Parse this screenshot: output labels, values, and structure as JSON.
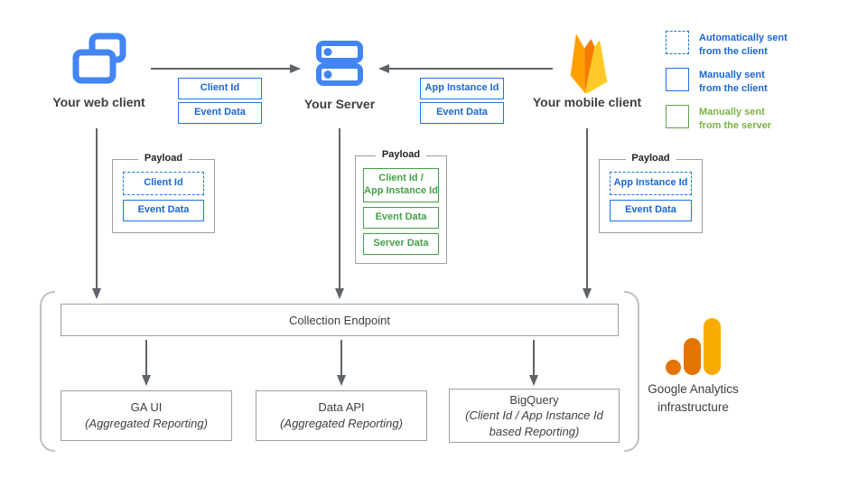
{
  "colors": {
    "blue_border": "#1A73E8",
    "blue_text": "#1967D2",
    "icon_blue": "#4285F4",
    "green": "#43A047",
    "legend_green_text": "#7CB342",
    "arrow_gray": "#5F6368",
    "box_border_gray": "#9AA0A6",
    "bracket_gray": "#BDC1C6",
    "ga_dark_orange": "#E37400",
    "ga_yellow": "#F9AB00",
    "firebase_amber": "#FFA000",
    "firebase_orange": "#F57C00",
    "firebase_yellow": "#FFCA28",
    "text_dark": "#3C4043"
  },
  "nodes": {
    "web": {
      "label": "Your web client"
    },
    "server": {
      "label": "Your Server"
    },
    "mobile": {
      "label": "Your mobile client"
    }
  },
  "legend": {
    "items": [
      {
        "style": "dashed-blue",
        "label": "Automatically sent\nfrom the client"
      },
      {
        "style": "solid-blue",
        "label": "Manually sent\nfrom the client"
      },
      {
        "style": "solid-green",
        "label": "Manually sent\nfrom the server"
      }
    ]
  },
  "transfers": {
    "web_to_server": {
      "items": [
        "Client Id",
        "Event Data"
      ]
    },
    "mobile_to_server": {
      "items": [
        "App Instance Id",
        "Event Data"
      ]
    }
  },
  "payloads": {
    "web": {
      "title": "Payload",
      "items": [
        {
          "label": "Client Id",
          "style": "dashed-blue"
        },
        {
          "label": "Event Data",
          "style": "solid-blue"
        }
      ]
    },
    "server": {
      "title": "Payload",
      "items": [
        {
          "label": "Client Id /\nApp Instance Id",
          "style": "solid-green"
        },
        {
          "label": "Event Data",
          "style": "solid-green"
        },
        {
          "label": "Server Data",
          "style": "solid-green"
        }
      ]
    },
    "mobile": {
      "title": "Payload",
      "items": [
        {
          "label": "App Instance Id",
          "style": "dashed-blue"
        },
        {
          "label": "Event Data",
          "style": "solid-blue"
        }
      ]
    }
  },
  "infrastructure": {
    "endpoint_label": "Collection Endpoint",
    "services": [
      {
        "name": "GA UI",
        "detail": "(Aggregated Reporting)"
      },
      {
        "name": "Data API",
        "detail": "(Aggregated Reporting)"
      },
      {
        "name": "BigQuery",
        "detail": "(Client Id / App Instance Id based Reporting)"
      }
    ],
    "brand_label": "Google Analytics\ninfrastructure"
  }
}
